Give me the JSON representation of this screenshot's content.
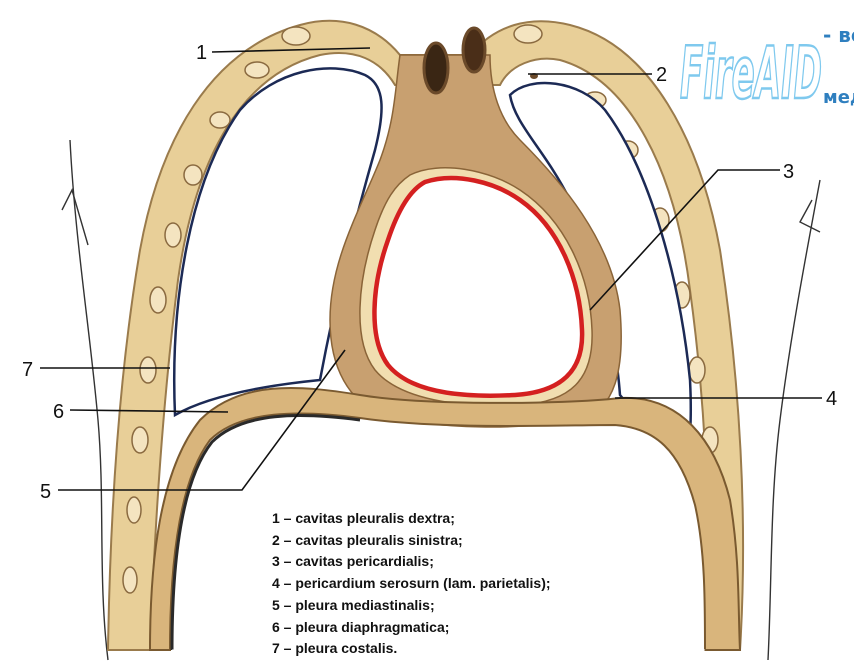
{
  "watermark": {
    "logo": "FireAID",
    "suffix_top": "- вс",
    "suffix_bottom": "мед"
  },
  "labels": [
    {
      "n": "1",
      "text": "1"
    },
    {
      "n": "2",
      "text": "2"
    },
    {
      "n": "3",
      "text": "3"
    },
    {
      "n": "4",
      "text": "4"
    },
    {
      "n": "5",
      "text": "5"
    },
    {
      "n": "6",
      "text": "6"
    },
    {
      "n": "7",
      "text": "7"
    }
  ],
  "legend": [
    "1 – cavitas pleuralis dextra;",
    "2 – cavitas pleuralis sinistra;",
    "3 – cavitas pericardialis;",
    "4 – pericardium serosurn (lam. parietalis);",
    "5 – pleura mediastinalis;",
    "6 – pleura diaphragmatica;",
    "7 – pleura costalis."
  ],
  "colors": {
    "wall": "#e8cf98",
    "wall_edge": "#9a7b4c",
    "tissue": "#c8a070",
    "pleura_line": "#1c2a55",
    "pericardium_red": "#d42020",
    "watermark": "#7fc9ee"
  }
}
